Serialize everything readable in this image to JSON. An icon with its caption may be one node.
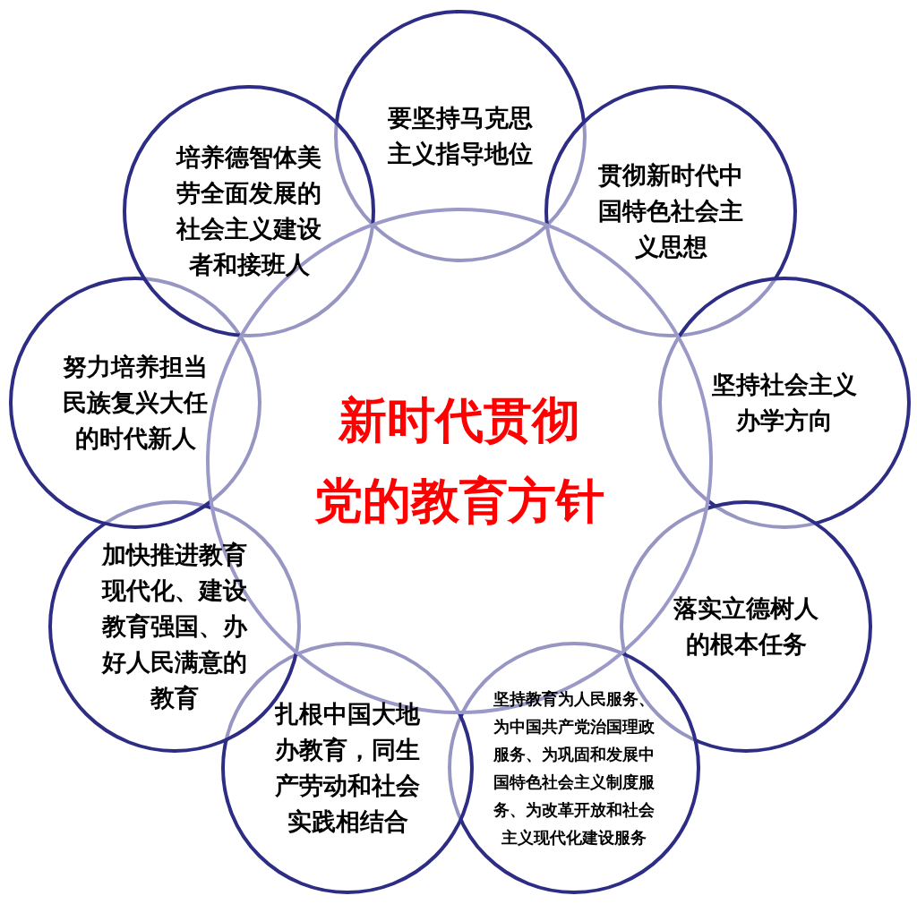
{
  "diagram": {
    "nodes": [
      {
        "text": [
          "新时代贯彻党的教育方针"
        ]
      },
      {
        "text": [
          "要坚持马克思主义指导地位"
        ]
      },
      {
        "text": [
          "贯彻新时代中国特色社会主义思想"
        ]
      },
      {
        "text": [
          "坚持社会主义办学方向"
        ]
      },
      {
        "text": [
          "落实立德树人的根本任务"
        ]
      },
      {
        "text": [
          "坚持教育为人民服务、为中国共产党治国理政服务、为巩固和发展中国特色社会主义制度服务、为改革开放和社会主义现代化建设服务"
        ]
      },
      {
        "text": [
          "扎根中国大地办教育，同生产劳动和社会实践相结合"
        ]
      },
      {
        "text": [
          "加快推进教育现代化、建设教育强国、办好人民满意的教育"
        ]
      },
      {
        "text": [
          "努力培养担当民族复兴大任的时代新人"
        ]
      },
      {
        "text": [
          "培养德智体美劳全面发展的社会主义建设者和接班人"
        ]
      }
    ]
  }
}
